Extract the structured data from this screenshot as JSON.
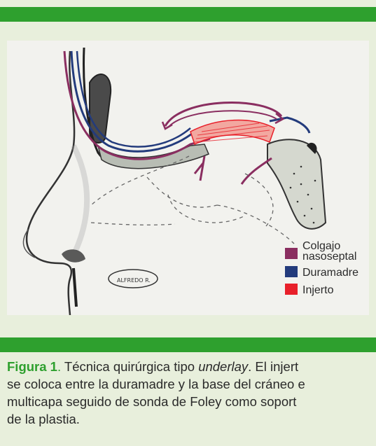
{
  "figure": {
    "legend": [
      {
        "label_lines": [
          "Colgajo",
          "nasoseptal"
        ],
        "color": "#8a2e60"
      },
      {
        "label_lines": [
          "Duramadre"
        ],
        "color": "#233b7c"
      },
      {
        "label_lines": [
          "Injerto"
        ],
        "color": "#e8202a"
      }
    ],
    "signature": "ALFREDO R."
  },
  "caption": {
    "label": "Figura 1",
    "sep": ".",
    "line1_rest": " Técnica quirúrgica tipo ",
    "line1_italic": "underlay",
    "line1_end": ". El injert",
    "line2": "se coloca entre la duramadre y la base del cráneo e",
    "line3": "multicapa seguido de sonda de Foley como soport",
    "line4": "de la plastia."
  },
  "colors": {
    "accent": "#2ea02e",
    "background": "#e8efdc"
  }
}
